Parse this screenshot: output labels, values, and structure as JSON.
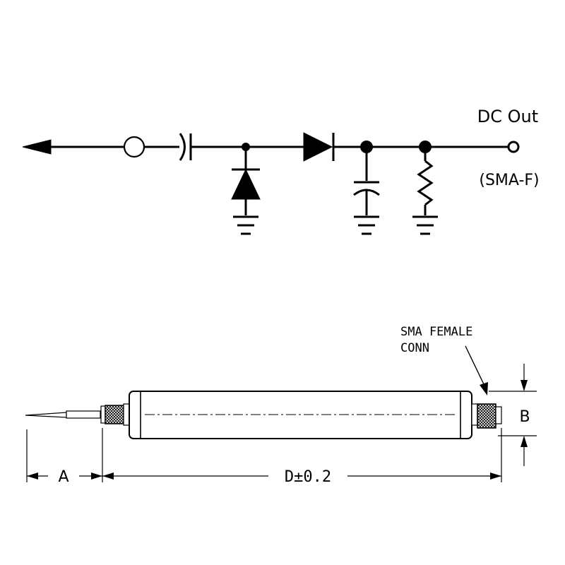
{
  "schematic": {
    "output_label": "DC Out",
    "connector_label": "(SMA-F)"
  },
  "mechanical": {
    "connector_callout": [
      "SMA FEMALE",
      "CONN"
    ],
    "dim_a": "A",
    "dim_b": "B",
    "dim_d": "D±0.2"
  }
}
